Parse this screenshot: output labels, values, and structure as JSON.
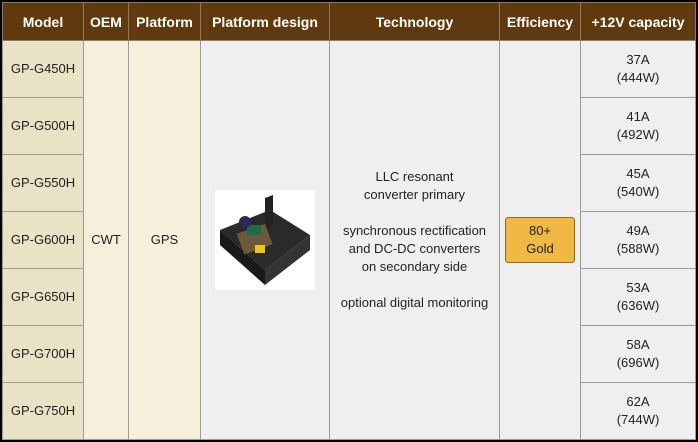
{
  "headers": [
    "Model",
    "OEM",
    "Platform",
    "Platform design",
    "Technology",
    "Efficiency",
    "+12V capacity"
  ],
  "oem": "CWT",
  "platform": "GPS",
  "technology": [
    "LLC resonant\nconverter primary",
    "synchronous rectification\nand DC-DC converters\non secondary side",
    "optional digital monitoring"
  ],
  "efficiency": {
    "line1": "80+",
    "line2": "Gold"
  },
  "rows": [
    {
      "model": "GP-G450H",
      "amps": "37A",
      "watts": "(444W)"
    },
    {
      "model": "GP-G500H",
      "amps": "41A",
      "watts": "(492W)"
    },
    {
      "model": "GP-G550H",
      "amps": "45A",
      "watts": "(540W)"
    },
    {
      "model": "GP-G600H",
      "amps": "49A",
      "watts": "(588W)"
    },
    {
      "model": "GP-G650H",
      "amps": "53A",
      "watts": "(636W)"
    },
    {
      "model": "GP-G700H",
      "amps": "58A",
      "watts": "(696W)"
    },
    {
      "model": "GP-G750H",
      "amps": "62A",
      "watts": "(744W)"
    }
  ],
  "colors": {
    "header": "#603a0e",
    "badge": "#f0b944"
  }
}
